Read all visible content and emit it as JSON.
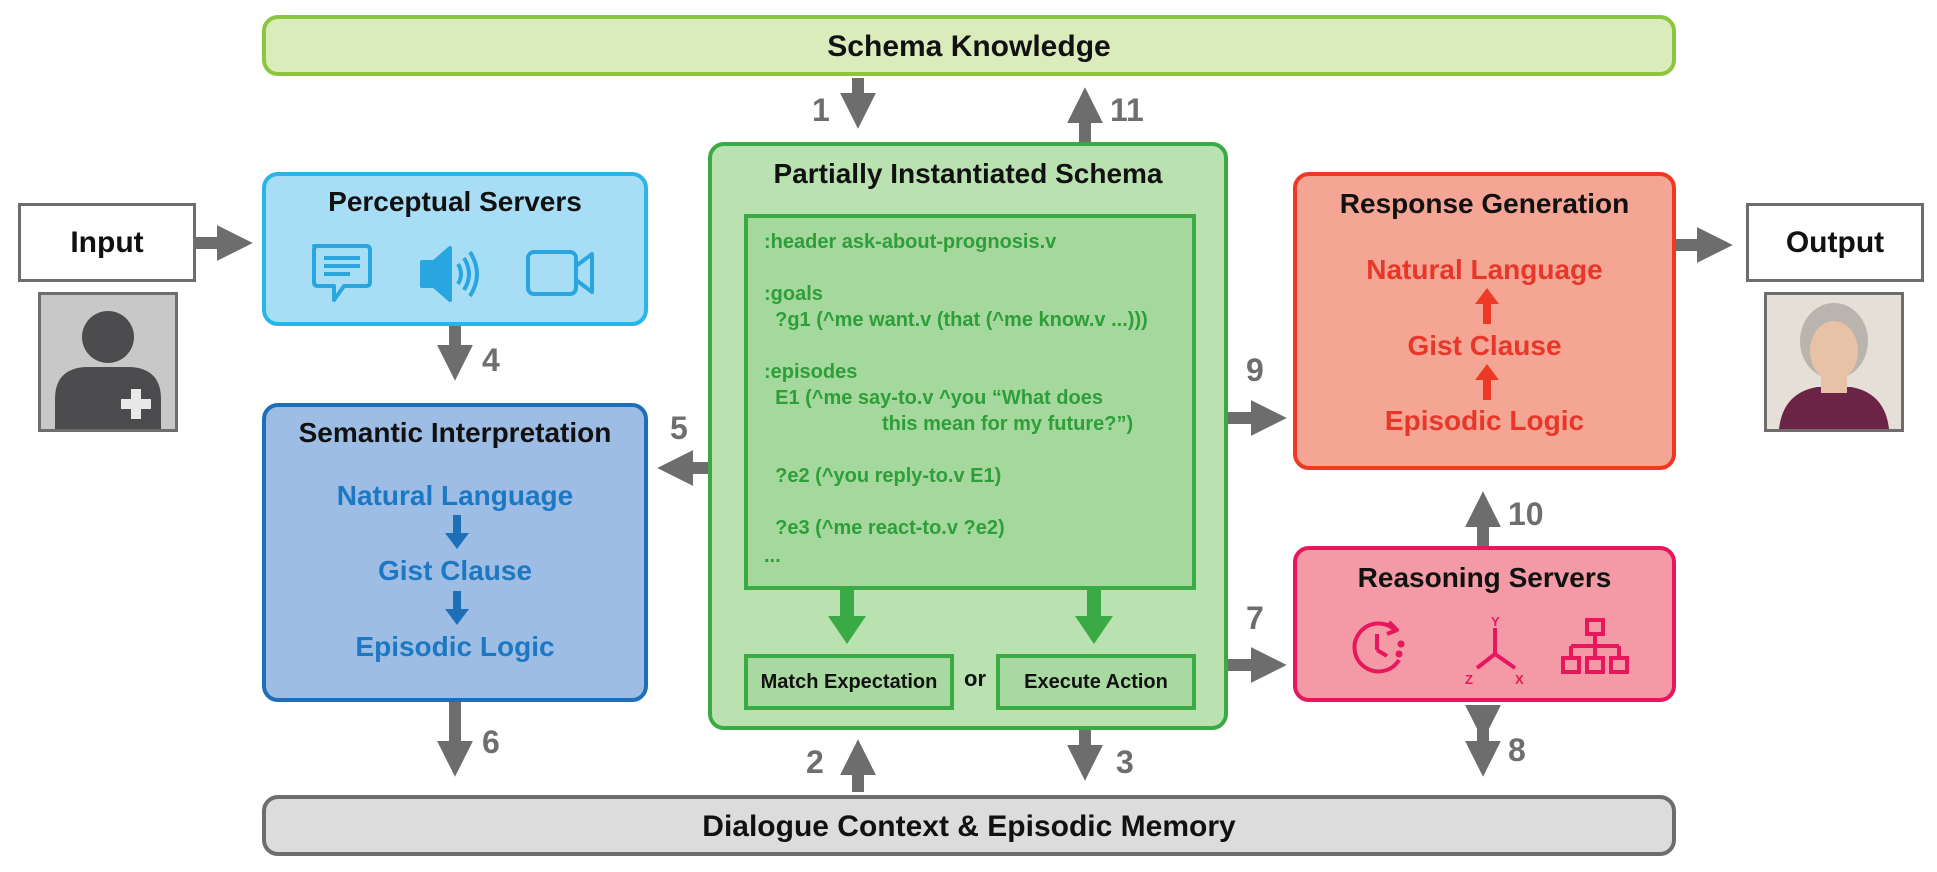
{
  "schema_knowledge": "Schema Knowledge",
  "dialogue_memory": "Dialogue Context & Episodic Memory",
  "input_label": "Input",
  "output_label": "Output",
  "perceptual": {
    "title": "Perceptual Servers",
    "icons": [
      "chat-bubble-icon",
      "speaker-icon",
      "video-camera-icon"
    ]
  },
  "semantic": {
    "title": "Semantic Interpretation",
    "chain": [
      "Natural Language",
      "Gist Clause",
      "Episodic Logic"
    ]
  },
  "schema": {
    "title": "Partially Instantiated Schema",
    "lines": [
      ":header ask-about-prognosis.v",
      ":goals",
      "  ?g1 (^me want.v (that (^me know.v ...)))",
      ":episodes",
      "  E1 (^me say-to.v ^you “What does",
      "this mean for my future?”)",
      "  ?e2 (^you reply-to.v E1)",
      "  ?e3 (^me react-to.v ?e2)",
      "..."
    ],
    "match": "Match Expectation",
    "or": "or",
    "execute": "Execute Action"
  },
  "response": {
    "title": "Response Generation",
    "chain": [
      "Natural Language",
      "Gist Clause",
      "Episodic Logic"
    ]
  },
  "reasoning": {
    "title": "Reasoning Servers",
    "icons": [
      "clock-cycle-icon",
      "axes-icon",
      "hierarchy-icon"
    ],
    "axis_labels": [
      "Y",
      "Z",
      "X"
    ]
  },
  "arrow_numbers": [
    "1",
    "2",
    "3",
    "4",
    "5",
    "6",
    "7",
    "8",
    "9",
    "10",
    "11"
  ],
  "colors": {
    "schema_knowledge_fill": "#dbecbc",
    "schema_knowledge_border": "#8cc63f",
    "perceptual_fill": "#a7def5",
    "perceptual_border": "#29b5e8",
    "semantic_fill": "#9dbde4",
    "semantic_border": "#1d6fb8",
    "schema_fill": "#b9e2b0",
    "schema_border": "#3aaa44",
    "response_fill": "#f4a593",
    "response_border": "#ee3a24",
    "reasoning_fill": "#f39aa6",
    "reasoning_border": "#e8175d",
    "memory_fill": "#dcdcdc",
    "memory_border": "#6d6d6d",
    "arrow": "#6d6d6d"
  }
}
